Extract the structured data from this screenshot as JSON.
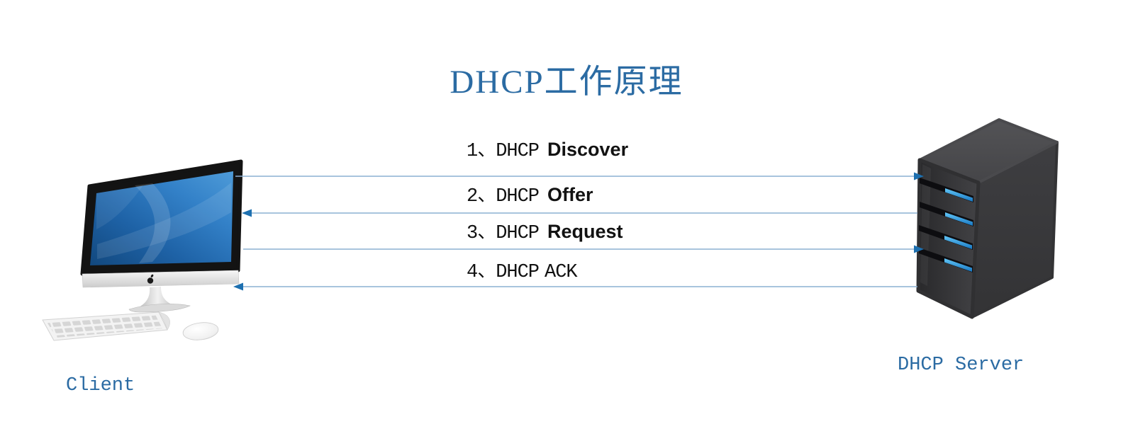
{
  "title": "DHCP工作原理",
  "colors": {
    "accent_blue": "#2b6ba3",
    "line_blue": "#8cb0d2",
    "arrowhead_blue": "#1d70b0",
    "label_text": "#121212",
    "led_blue": "#2196dd",
    "server_body": "#38383b",
    "screen_blue": "#2e78c0"
  },
  "client": {
    "label": "Client",
    "device": "imac-desktop-computer"
  },
  "server": {
    "label": "DHCP Server",
    "device": "server-tower"
  },
  "messages": [
    {
      "prefix": "1、DHCP",
      "name": "Discover",
      "direction": "client-to-server"
    },
    {
      "prefix": "2、DHCP",
      "name": "Offer",
      "direction": "server-to-client"
    },
    {
      "prefix": "3、DHCP",
      "name": "Request",
      "direction": "client-to-server"
    },
    {
      "prefix": "4、DHCP",
      "name": "ACK",
      "direction": "server-to-client"
    }
  ]
}
